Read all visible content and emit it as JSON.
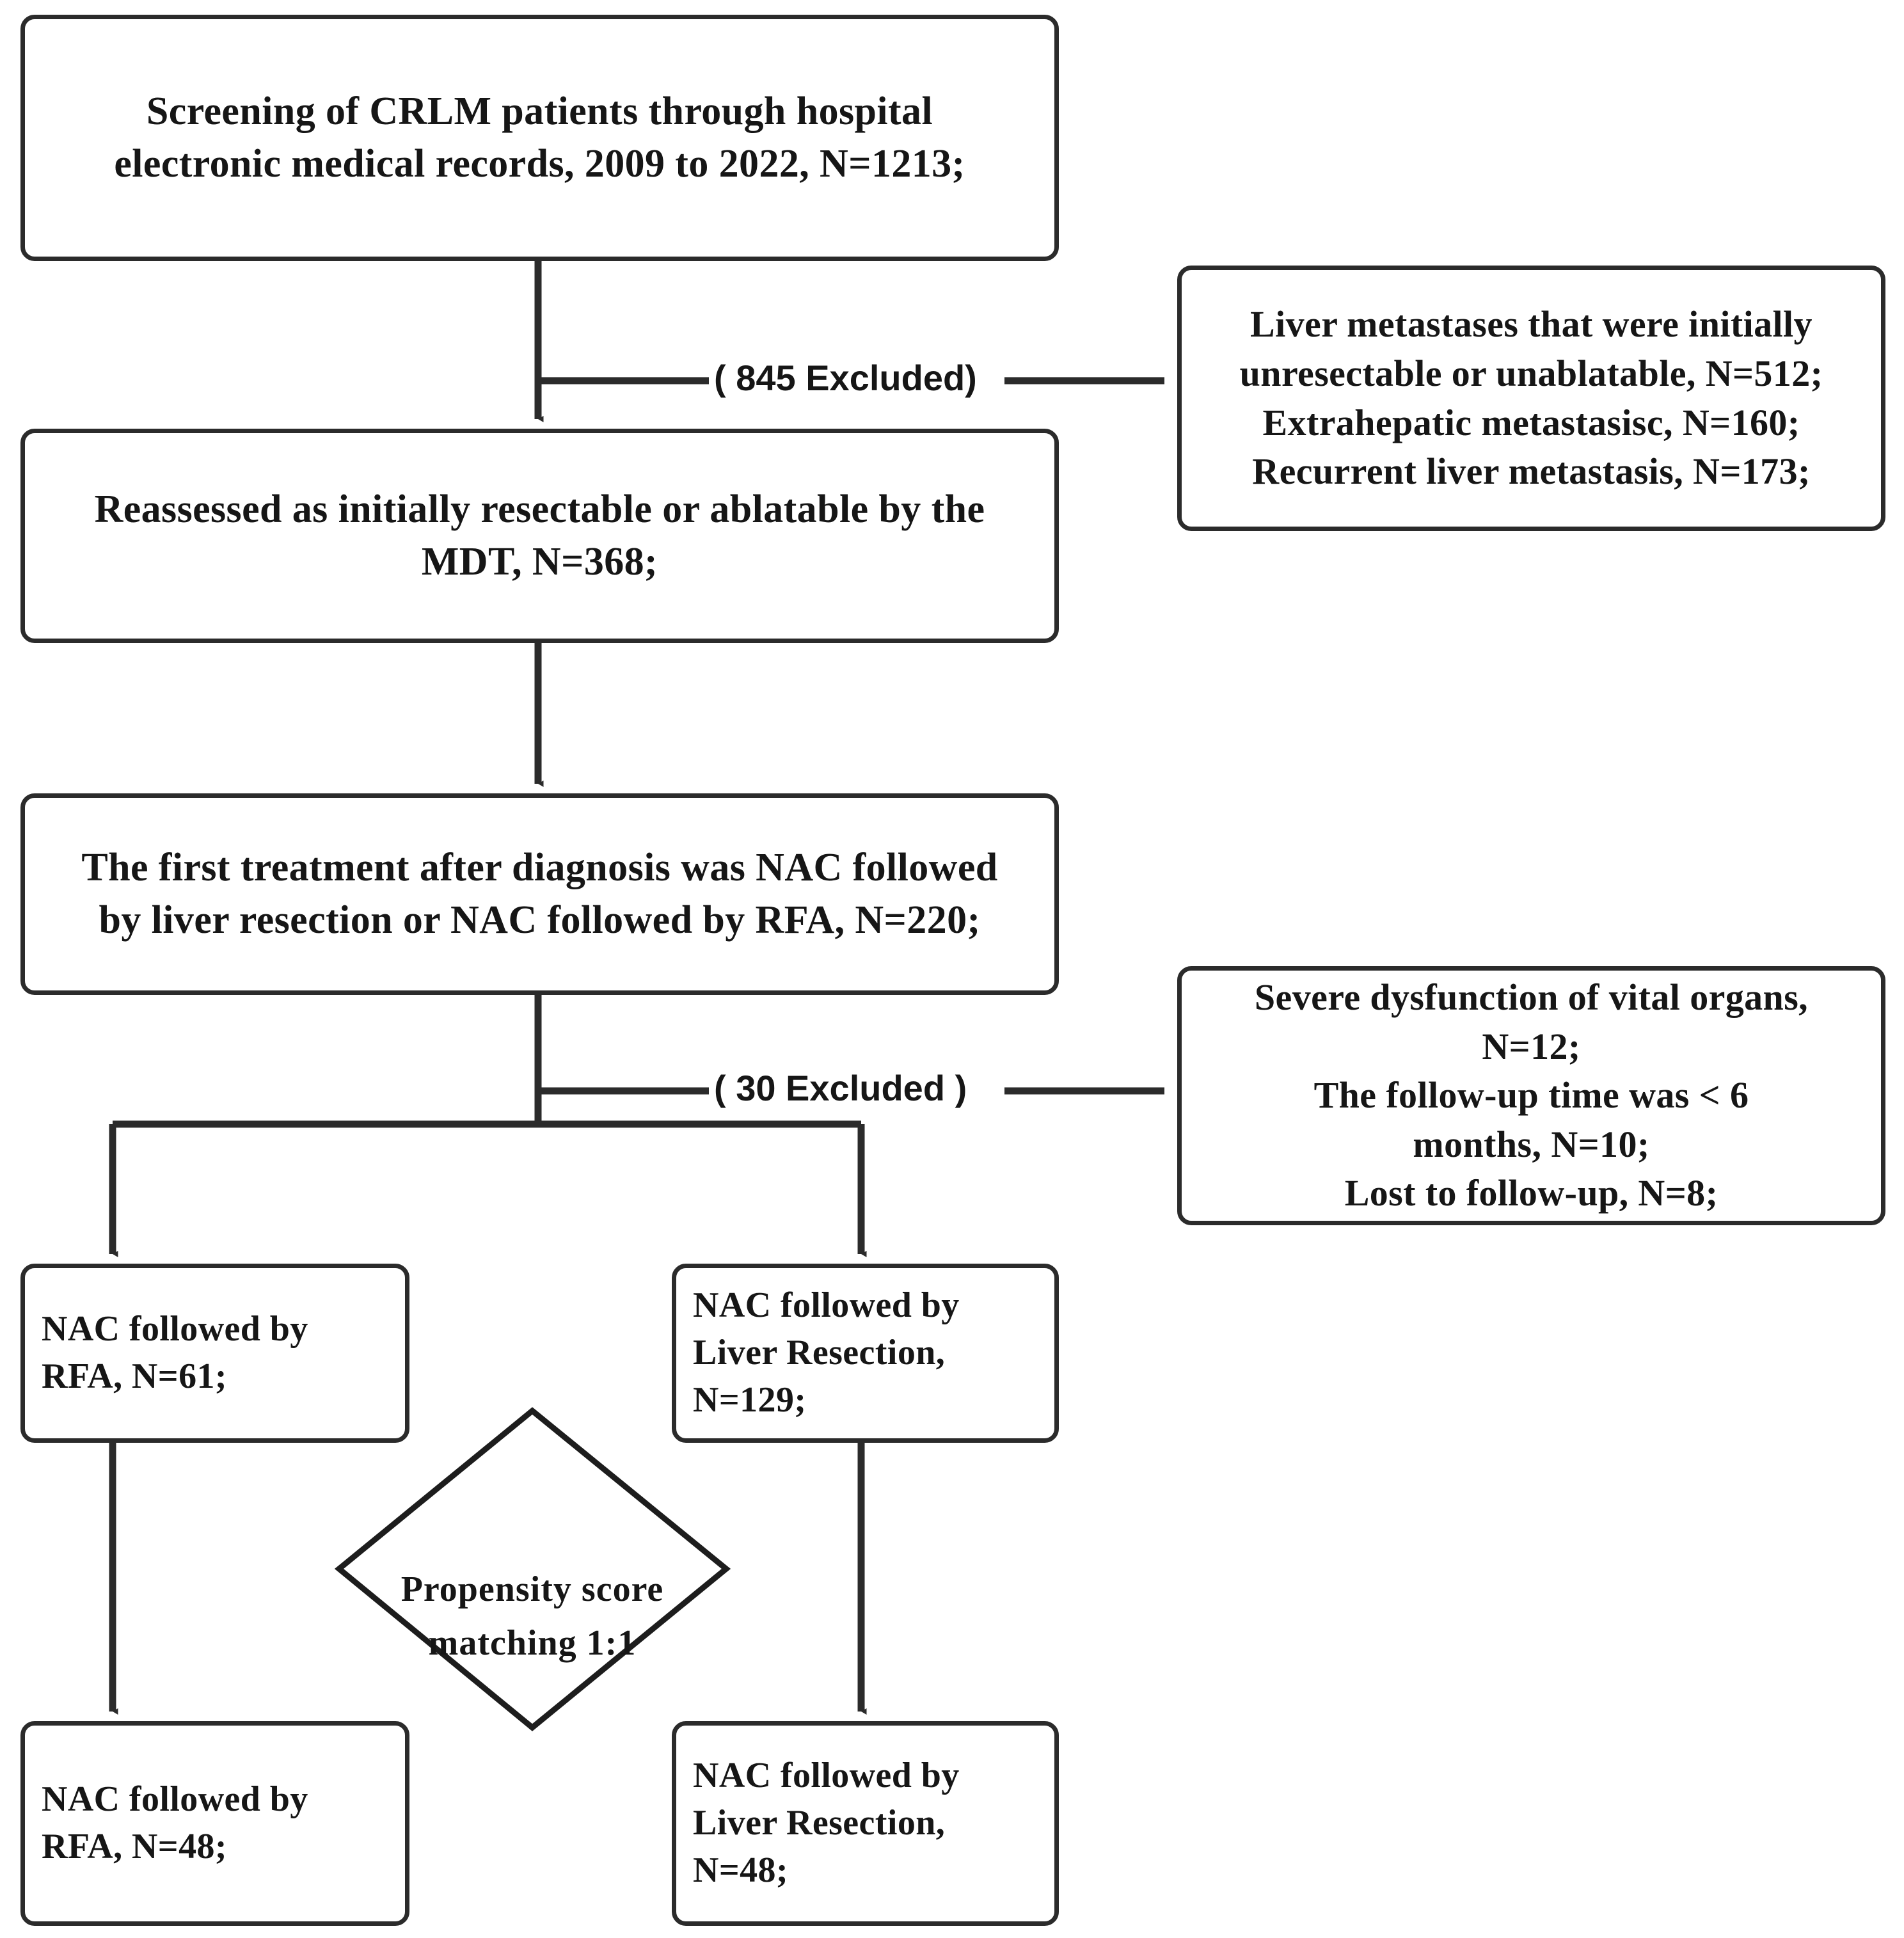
{
  "diagram": {
    "type": "flowchart",
    "title": "CRLM patient selection flow diagram",
    "nodes": {
      "screening": "Screening of CRLM patients through hospital\nelectronic medical records, 2009 to 2022, N=1213;",
      "reassessed": "Reassessed as initially resectable or  ablatable by the\nMDT, N=368;",
      "first_treatment": "The first treatment after diagnosis was NAC followed\nby liver resection or  NAC followed by RFA, N=220;",
      "excluded_reasons_1": "Liver metastases that were initially\nunresectable or unablatable, N=512;\nExtrahepatic metastasisc, N=160;\nRecurrent liver metastasis, N=173;",
      "excluded_reasons_2": "Severe dysfunction of vital organs,\nN=12;\nThe follow-up time was < 6\nmonths, N=10;\nLost to follow-up, N=8;",
      "nac_rfa_pre": "NAC followed by\nRFA, N=61;",
      "nac_resection_pre": "NAC followed by\nLiver Resection,\nN=129;",
      "nac_rfa_post": "NAC followed by\nRFA, N=48;",
      "nac_resection_post": "NAC followed by\nLiver Resection,\nN=48;",
      "psm": "Propensity score\nmatching 1:1"
    },
    "edge_labels": {
      "excluded_845": "( 845 Excluded)",
      "excluded_30": "( 30 Excluded )"
    },
    "counts": {
      "screened": 1213,
      "reassessed": 368,
      "first_treatment": 220,
      "excluded_stage1": 845,
      "excluded_stage2": 30,
      "unresectable_or_unablatable": 512,
      "extrahepatic_metastasisc": 160,
      "recurrent_liver_metastasis": 173,
      "severe_organ_dysfunction": 12,
      "followup_lt_6_months": 10,
      "lost_to_followup": 8,
      "nac_rfa_before_psm": 61,
      "nac_resection_before_psm": 129,
      "nac_rfa_after_psm": 48,
      "nac_resection_after_psm": 48
    },
    "colors": {
      "stroke": "#2b2b2b",
      "text": "#161616",
      "background": "#ffffff"
    }
  }
}
